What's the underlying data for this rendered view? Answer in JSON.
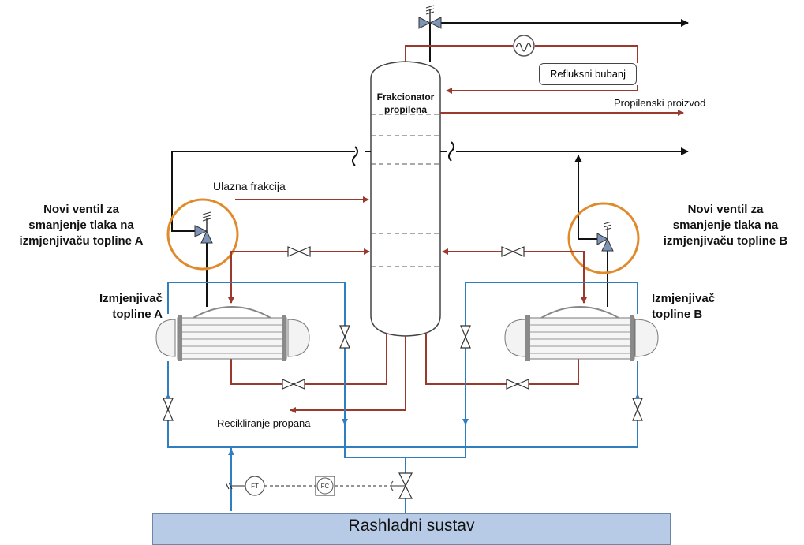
{
  "labels": {
    "column": [
      "Frakcionator",
      "propilena"
    ],
    "reflux_drum": "Refluksni bubanj",
    "product": "Propilenski proizvod",
    "feed": "Ulazna frakcija",
    "recycle": "Recikliranje propana",
    "valve_a": [
      "Novi ventil za",
      "smanjenje tlaka na",
      "izmjenjivaču topline A"
    ],
    "valve_b": [
      "Novi ventil za",
      "smanjenje tlaka na",
      "izmjenjivaču topline B"
    ],
    "exchanger_a": [
      "Izmjenjivač",
      "topline A"
    ],
    "exchanger_b": [
      "Izmjenjivač",
      "topline B"
    ],
    "cooling_system": "Rashladni sustav",
    "ft": "FT",
    "fc": "FC"
  },
  "colors": {
    "process_line": "#9b3a2c",
    "cooling_line": "#2f7fc0",
    "vapor_line": "#111111",
    "highlight_circle": "#e08a2c",
    "valve_body": "#7d93b8",
    "cooling_box": "#b8cbe6"
  }
}
